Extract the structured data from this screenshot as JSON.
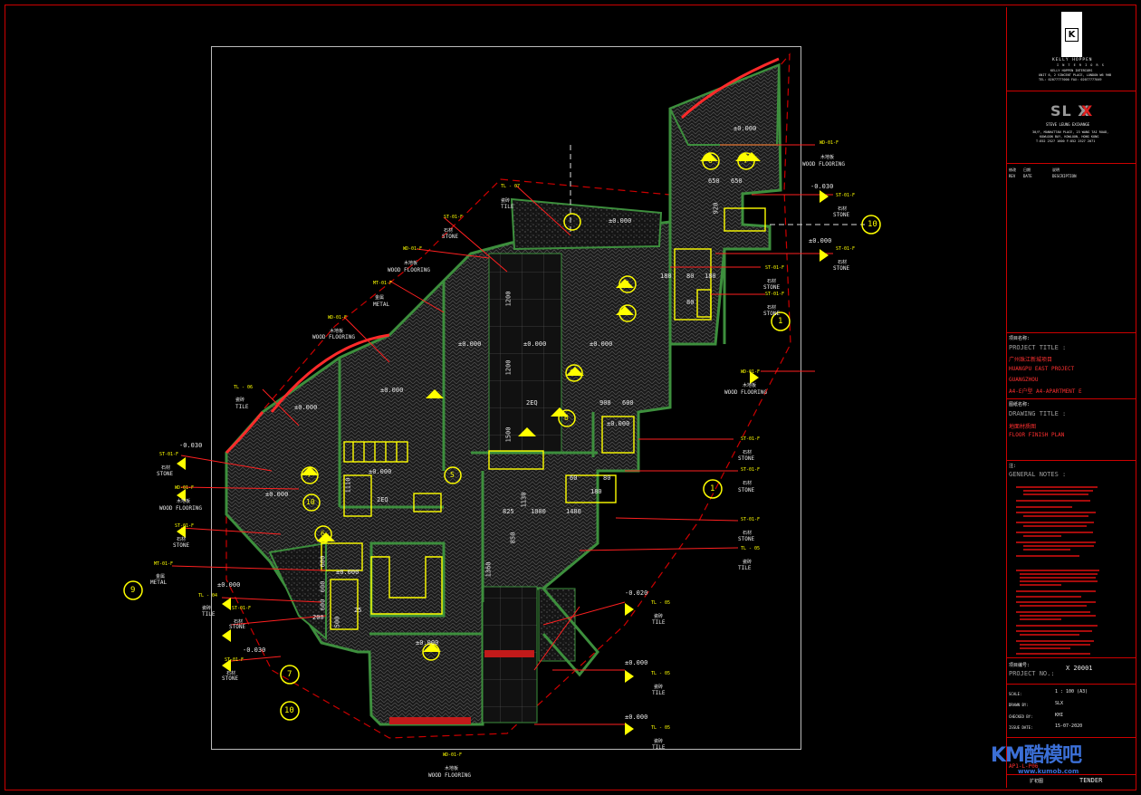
{
  "drawing": {
    "room_labels": [
      {
        "id": "wood-flooring-1",
        "code": "WD-01-F",
        "cn": "木地板",
        "en": "WOOD FLOORING"
      },
      {
        "id": "wood-flooring-2",
        "code": "WD-01-F",
        "cn": "木地板",
        "en": "WOOD FLOORING"
      },
      {
        "id": "wood-flooring-3",
        "code": "WD-01-F",
        "cn": "木地板",
        "en": "WOOD FLOORING"
      },
      {
        "id": "wood-flooring-4",
        "code": "WD-01-F",
        "cn": "木地板",
        "en": "WOOD FLOORING"
      },
      {
        "id": "wood-flooring-5",
        "code": "WD-01-F",
        "cn": "木地板",
        "en": "WOOD FLOORING"
      },
      {
        "id": "wood-flooring-6",
        "code": "WD-01-F",
        "cn": "木地板",
        "en": "WOOD FLOORING"
      },
      {
        "id": "metal-1",
        "code": "MT-01-F",
        "cn": "金属",
        "en": "METAL"
      },
      {
        "id": "metal-2",
        "code": "MT-01-F",
        "cn": "金属",
        "en": "METAL"
      },
      {
        "id": "tile-1",
        "code": "TL - 07",
        "cn": "瓷砖",
        "en": "TILE"
      },
      {
        "id": "tile-2",
        "code": "TL - 06",
        "cn": "瓷砖",
        "en": "TILE"
      },
      {
        "id": "tile-3",
        "code": "TL - 04",
        "cn": "瓷砖",
        "en": "TILE"
      },
      {
        "id": "tile-4",
        "code": "TL - 05",
        "cn": "瓷砖",
        "en": "TILE"
      },
      {
        "id": "tile-5",
        "code": "TL - 05",
        "cn": "瓷砖",
        "en": "TILE"
      },
      {
        "id": "tile-6",
        "code": "TL - 05",
        "cn": "瓷砖",
        "en": "TILE"
      },
      {
        "id": "stone-1",
        "code": "ST-01-F",
        "cn": "石材",
        "en": "STONE"
      },
      {
        "id": "stone-2",
        "code": "ST-01-F",
        "cn": "石材",
        "en": "STONE"
      },
      {
        "id": "stone-3",
        "code": "ST-01-F",
        "cn": "石材",
        "en": "STONE"
      },
      {
        "id": "stone-4",
        "code": "ST-01-F",
        "cn": "石材",
        "en": "STONE"
      },
      {
        "id": "stone-5",
        "code": "ST-01-F",
        "cn": "石材",
        "en": "STONE"
      },
      {
        "id": "stone-6",
        "code": "ST-01-F",
        "cn": "石材",
        "en": "STONE"
      },
      {
        "id": "stone-7",
        "code": "ST-01-F",
        "cn": "石材",
        "en": "STONE"
      },
      {
        "id": "stone-8",
        "code": "ST-01-F",
        "cn": "石材",
        "en": "STONE"
      },
      {
        "id": "stone-9",
        "code": "ST-01-F",
        "cn": "石材",
        "en": "STONE"
      },
      {
        "id": "stone-10",
        "code": "ST-01-F",
        "cn": "石材",
        "en": "STONE"
      },
      {
        "id": "stone-11",
        "code": "ST-01-F",
        "cn": "石材",
        "en": "STONE"
      },
      {
        "id": "stone-12",
        "code": "ST-01-F",
        "cn": "石材",
        "en": "STONE"
      }
    ],
    "levels": [
      "±0.000",
      "-0.030",
      "±0.000",
      "-0.020",
      "±0.000",
      "±0.000",
      "-0.030",
      "±0.000"
    ],
    "dimensions": [
      "650",
      "650",
      "920",
      "180",
      "180",
      "900",
      "600",
      "1480",
      "1000",
      "825",
      "1130",
      "2EQ",
      "2EQ",
      "1200",
      "1200",
      "1500",
      "1360",
      "850",
      "600",
      "600",
      "600",
      "200",
      "500",
      "25",
      "1110",
      "80",
      "80",
      "180",
      "60",
      "80"
    ],
    "section_markers": [
      "10",
      "9",
      "1",
      "1",
      "7",
      "10",
      "2",
      "3",
      "4",
      "5",
      "6",
      "7",
      "04",
      "6"
    ]
  },
  "title_block": {
    "company": "KELLY HOPPEN",
    "company_sub": "I N T E R I O R S",
    "address": [
      "KELLY HOPPEN INTERIORS",
      "UNIT 6, 2 VINCENT PLACE, LONDON W6 9HB",
      "TEL: 02077777000   FAX: 02077777049"
    ],
    "firm_logo": "SL X",
    "firm_name": "STEVE LEUNG EXCHANGE",
    "firm_address": [
      "30/F, MANHATTAN PLACE, 23 WANG TAI ROAD,",
      "KOWLOON BAY, KOWLOON, HONG KONG",
      "T:852 2527 1600  F:852 2527 2071"
    ],
    "revision_headers": {
      "rev": "REV",
      "date": "DATE",
      "description": "DESCRIPTION",
      "rev_cn": "修改",
      "date_cn": "日期",
      "desc_cn": "说明"
    },
    "project_title_cn_label": "项目名称:",
    "project_title_label": "PROJECT TITLE :",
    "project_lines": [
      "广州珠江新城项目",
      "HUANGPU EAST PROJECT",
      "GUANGZHOU",
      "A4-E户型 A4-APARTMENT E"
    ],
    "drawing_title_cn_label": "图纸名称:",
    "drawing_title_label": "DRAWING  TITLE :",
    "drawing_title_cn": "地面材质图",
    "drawing_title": "FLOOR FINISH PLAN",
    "notes_cn_label": "注:",
    "notes_label": "GENERAL NOTES :",
    "project_no_cn": "项目编号:",
    "project_no_label": "PROJECT NO.:",
    "project_no": "X 20001",
    "scale_label": "SCALE:",
    "scale": "1 : 100 (A3)",
    "drawn_label": "DRAWN BY:",
    "drawn": "SLX",
    "checked_label": "CHECKED BY:",
    "checked": "KHI",
    "date_label": "ISSUE DATE:",
    "date": "15-07-2020",
    "sheet_no": "AP1-L-P06",
    "stage_cn": "扩初图",
    "stage": "TENDER"
  },
  "watermark": {
    "logo": "KM酷模吧",
    "url": "www.kumob.com"
  }
}
